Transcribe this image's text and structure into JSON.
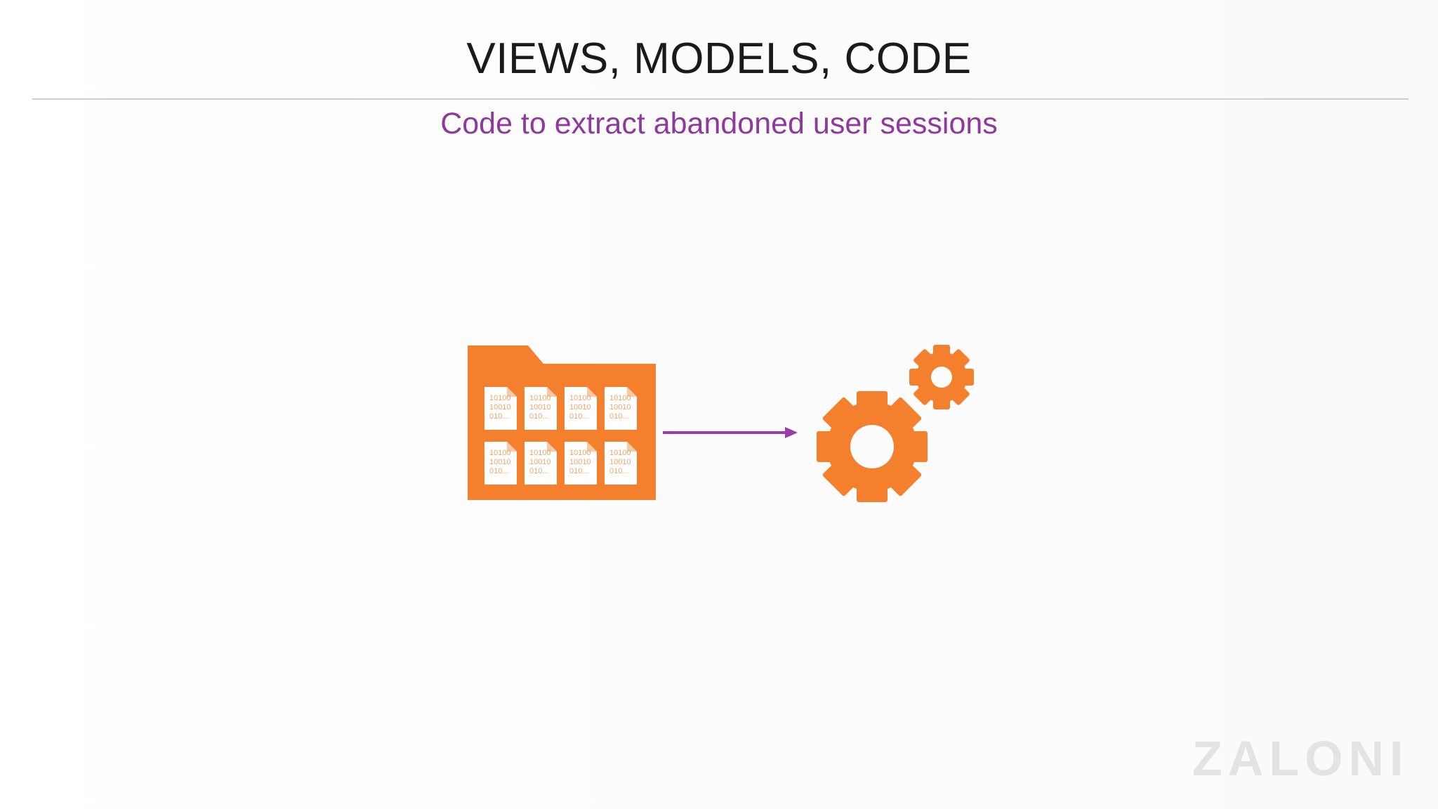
{
  "slide": {
    "title": "VIEWS, MODELS, CODE",
    "subtitle": "Code to extract abandoned user sessions",
    "logo_text": "ZALONI"
  },
  "diagram": {
    "source": {
      "icon": "folder-with-binary-files-icon",
      "file_count": 8,
      "file_lines": [
        "10100",
        "10010",
        "010..."
      ]
    },
    "connector": {
      "icon": "arrow-right-icon"
    },
    "target": {
      "icon": "gears-icon"
    }
  },
  "colors": {
    "title": "#1a1a1a",
    "subtitle": "#8e3a9d",
    "icon_orange": "#f47f2c",
    "arrow_purple": "#9b3fa5",
    "rule": "#cfcfcf",
    "logo": "#e3e3e3"
  }
}
